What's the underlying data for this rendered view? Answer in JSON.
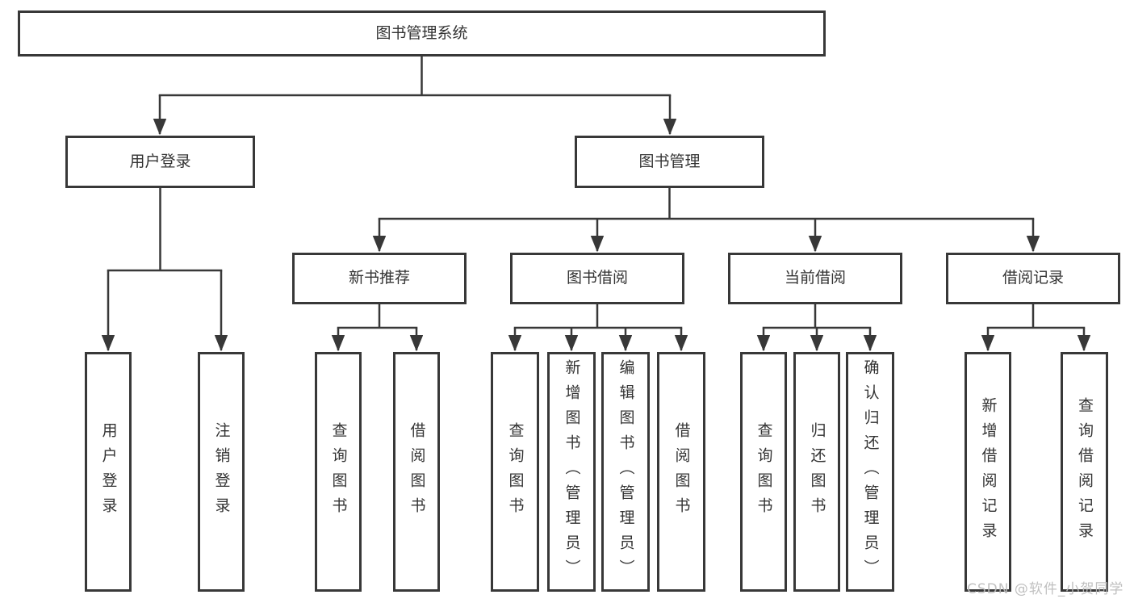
{
  "colors": {
    "line": "#383838",
    "box_border": "#383838",
    "text": "#333333",
    "watermark": "#bbbbbb",
    "background": "#ffffff"
  },
  "watermark": {
    "text": "CSDN @软件_小贺同学"
  },
  "tree": {
    "root": "图书管理系统",
    "branches": [
      {
        "label": "用户登录",
        "children": [
          "用户登录",
          "注销登录"
        ]
      },
      {
        "label": "图书管理",
        "groups": [
          {
            "label": "新书推荐",
            "children": [
              "查询图书",
              "借阅图书"
            ]
          },
          {
            "label": "图书借阅",
            "children": [
              "查询图书",
              "新增图书（管理员）",
              "编辑图书（管理员）",
              "借阅图书"
            ]
          },
          {
            "label": "当前借阅",
            "children": [
              "查询图书",
              "归还图书",
              "确认归还（管理员）"
            ]
          },
          {
            "label": "借阅记录",
            "children": [
              "新增借阅记录",
              "查询借阅记录"
            ]
          }
        ]
      }
    ]
  }
}
